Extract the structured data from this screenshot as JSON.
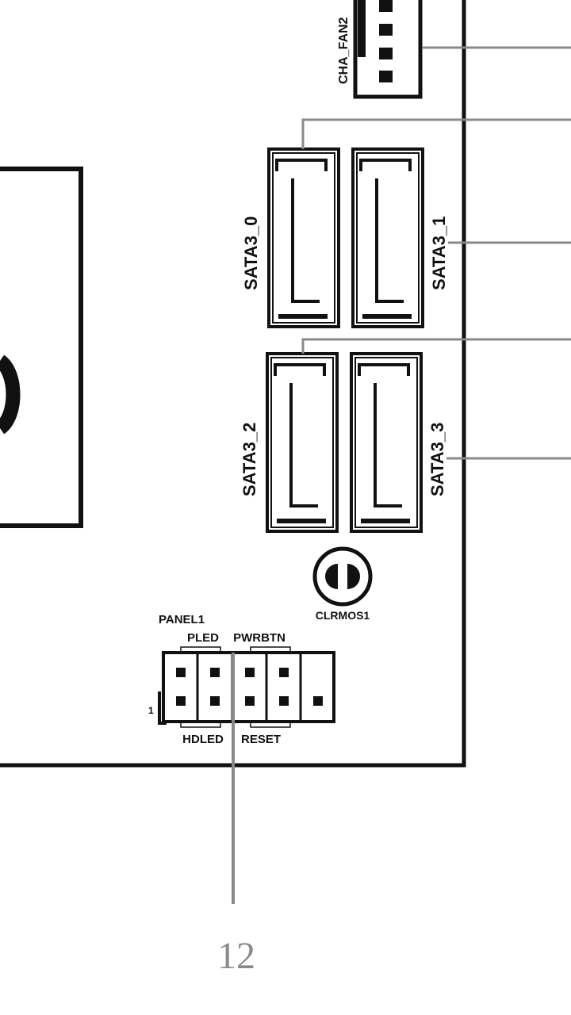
{
  "colors": {
    "ink": "#111111",
    "leader_line": "#8a8a8a",
    "background": "#ffffff"
  },
  "connectors": {
    "cha_fan2": "CHA_FAN2",
    "sata3_0": "SATA3_0",
    "sata3_1": "SATA3_1",
    "sata3_2": "SATA3_2",
    "sata3_3": "SATA3_3",
    "clrmos1": "CLRMOS1",
    "panel1": "PANEL1",
    "pled": "PLED",
    "pwrbtn": "PWRBTN",
    "hdled": "HDLED",
    "reset": "RESET",
    "pin1": "1"
  },
  "callout": {
    "number": "12"
  }
}
